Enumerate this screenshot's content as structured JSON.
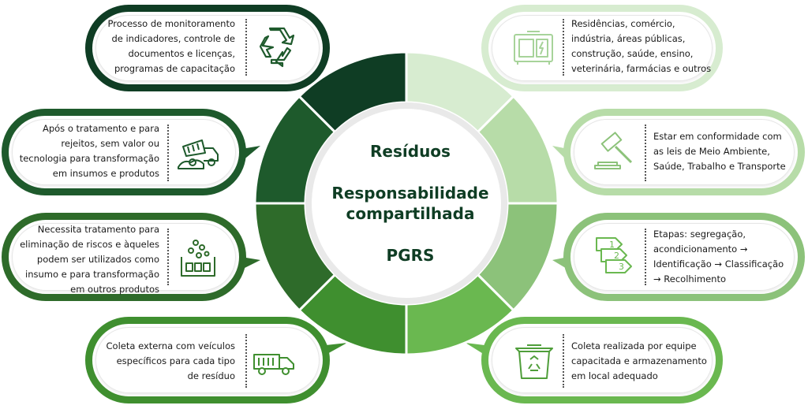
{
  "center": {
    "title1": "Resíduos",
    "title2_line1": "Responsabilidade",
    "title2_line2": "compartilhada",
    "title3": "PGRS"
  },
  "colors": {
    "darkest": "#0f3d24",
    "dark": "#1e5a2c",
    "mid_dark": "#2e6b2a",
    "mid": "#3f8f2f",
    "light_mid": "#6ab850",
    "light": "#8cc27a",
    "lighter": "#b7dca8",
    "lightest": "#d7ecd0"
  },
  "left_boxes": [
    {
      "lines": [
        "Processo de monitoramento",
        "de indicadores, controle de",
        "documentos e licenças,",
        "programas de capacitação"
      ],
      "icon": "recycle-icon"
    },
    {
      "lines": [
        "Após o tratamento e para",
        "rejeitos, sem valor ou",
        "tecnologia para transformação",
        "em insumos e produtos"
      ],
      "icon": "dump-truck-icon"
    },
    {
      "lines": [
        "Necessita tratamento para",
        "eliminação de riscos e àqueles",
        "podem ser utilizados como",
        "insumo e para transformação",
        "em outros produtos"
      ],
      "icon": "waste-treatment-icon"
    },
    {
      "lines": [
        "Coleta externa com veículos",
        "específicos para cada tipo",
        "de resíduo"
      ],
      "icon": "truck-icon"
    }
  ],
  "right_boxes": [
    {
      "lines": [
        "Residências, comércio,",
        "indústria, áreas públicas,",
        "construção, saúde, ensino,",
        "veterinária, farmácias e outros"
      ],
      "icon": "generator-icon"
    },
    {
      "lines": [
        "Estar em conformidade com",
        "as leis de Meio Ambiente,",
        "Saúde, Trabalho e Transporte"
      ],
      "icon": "gavel-icon"
    },
    {
      "lines": [
        "Etapas: segregação,",
        "acondicionamento →",
        "Identificação → Classificação",
        "→ Recolhimento"
      ],
      "icon": "steps-icon",
      "step_numbers": [
        "1",
        "2",
        "3"
      ]
    },
    {
      "lines": [
        "Coleta realizada por equipe",
        "capacitada e armazenamento",
        "em local adequado"
      ],
      "icon": "recycle-bin-icon"
    }
  ]
}
